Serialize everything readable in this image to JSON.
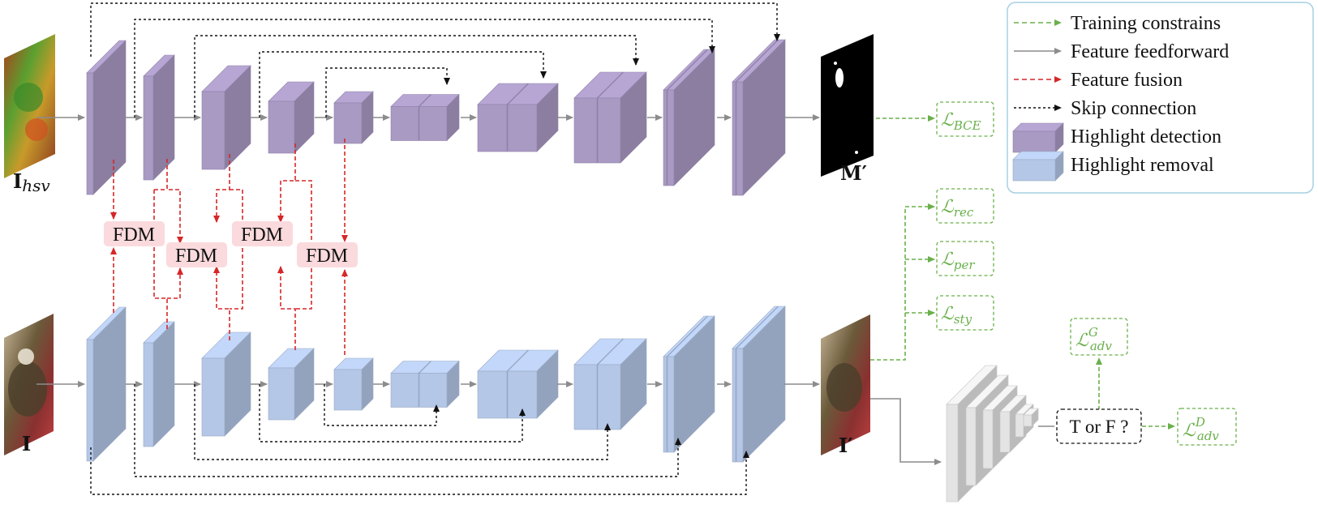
{
  "inputs": {
    "hsv": {
      "main": "I",
      "sub": "hsv"
    },
    "rgb": {
      "main": "I",
      "sub": ""
    }
  },
  "outputs": {
    "mask": {
      "main": "M′"
    },
    "image": {
      "main": "I′"
    }
  },
  "fdm_label": "FDM",
  "losses": {
    "bce": {
      "script": "ℒ",
      "sub": "BCE",
      "sup": ""
    },
    "rec": {
      "script": "ℒ",
      "sub": "rec",
      "sup": ""
    },
    "per": {
      "script": "ℒ",
      "sub": "per",
      "sup": ""
    },
    "sty": {
      "script": "ℒ",
      "sub": "sty",
      "sup": ""
    },
    "adv_g": {
      "script": "ℒ",
      "sub": "adv",
      "sup": "G"
    },
    "adv_d": {
      "script": "ℒ",
      "sub": "adv",
      "sup": "D"
    }
  },
  "discriminator_question": "T or F ?",
  "legend": {
    "items": [
      {
        "label": "Training constrains",
        "kind": "arrow",
        "color": "#6ab04c",
        "dash": "dashed"
      },
      {
        "label": "Feature feedforward",
        "kind": "arrow",
        "color": "#8c8c8c",
        "dash": "solid"
      },
      {
        "label": "Feature fusion",
        "kind": "arrow",
        "color": "#d62728",
        "dash": "dashed"
      },
      {
        "label": "Skip connection",
        "kind": "arrow",
        "color": "#111111",
        "dash": "dotted"
      },
      {
        "label": "Highlight detection",
        "kind": "block",
        "color": "#a99ac4"
      },
      {
        "label": "Highlight removal",
        "kind": "block",
        "color": "#b4c7e7"
      }
    ]
  },
  "colors": {
    "detection": "#a99ac4",
    "removal": "#b4c7e7",
    "fdm_bg": "#fadadd",
    "loss": "#6ab04c",
    "fusion": "#d62728",
    "skip": "#111111",
    "feedforward": "#8c8c8c",
    "legend_border": "#a6d0e4"
  }
}
